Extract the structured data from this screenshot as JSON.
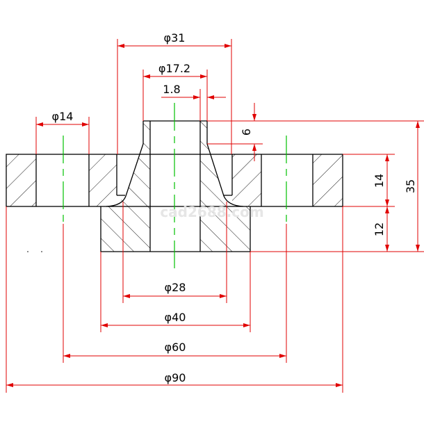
{
  "drawing": {
    "title": "Weld neck flange section",
    "watermark": "cad2688.com",
    "colors": {
      "outline": "#000000",
      "dimension": "#e00000",
      "centerline": "#00c000"
    },
    "dimensions": {
      "d31": "φ31",
      "d17_2": "φ17.2",
      "t1_8": "1.8",
      "d14_hole": "φ14",
      "h6": "6",
      "h14": "14",
      "h12": "12",
      "h35": "35",
      "d28": "φ28",
      "d40": "φ40",
      "d60": "φ60",
      "d90": "φ90"
    }
  }
}
